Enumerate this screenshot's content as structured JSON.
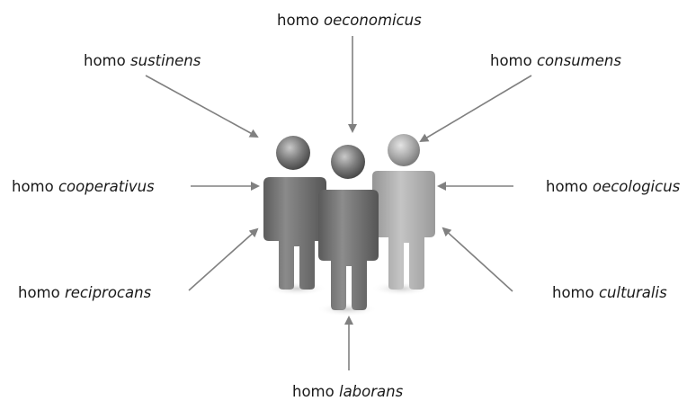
{
  "prefix": "homo",
  "labels": {
    "top": "oeconomicus",
    "top_left": "sustinens",
    "top_right": "consumens",
    "mid_left": "cooperativus",
    "mid_right": "oecologicus",
    "bottom_left": "reciprocans",
    "bottom_right": "culturalis",
    "bottom": "laborans"
  },
  "colors": {
    "arrow": "#808080",
    "figure_dark": "#6e6e6e",
    "figure_mid": "#7a7a7a",
    "figure_light": "#a9a9a9",
    "text": "#1a1a1a"
  },
  "icon": "group-of-people-icon"
}
